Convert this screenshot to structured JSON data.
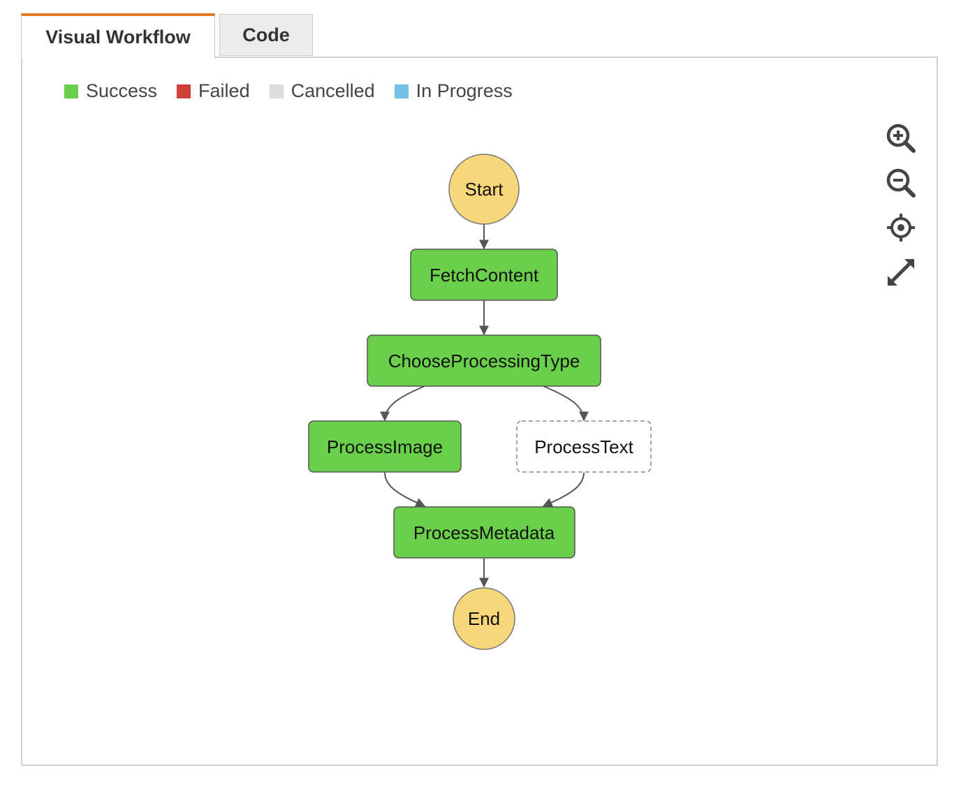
{
  "tabs": [
    {
      "label": "Visual Workflow",
      "active": true
    },
    {
      "label": "Code",
      "active": false
    }
  ],
  "legend": [
    {
      "label": "Success",
      "color": "#6ad04b"
    },
    {
      "label": "Failed",
      "color": "#d0403a"
    },
    {
      "label": "Cancelled",
      "color": "#dcdcdc"
    },
    {
      "label": "In Progress",
      "color": "#72c2e6"
    }
  ],
  "controls": [
    {
      "name": "zoom-in-icon"
    },
    {
      "name": "zoom-out-icon"
    },
    {
      "name": "center-icon"
    },
    {
      "name": "expand-icon"
    }
  ],
  "workflow": {
    "start_label": "Start",
    "end_label": "End",
    "states": [
      {
        "name": "FetchContent",
        "status": "Success"
      },
      {
        "name": "ChooseProcessingType",
        "status": "Success"
      },
      {
        "name": "ProcessImage",
        "status": "Success"
      },
      {
        "name": "ProcessText",
        "status": "Not executed"
      },
      {
        "name": "ProcessMetadata",
        "status": "Success"
      }
    ],
    "colors": {
      "terminal": "#f8d67a",
      "success": "#6ad04b",
      "edge": "#555555"
    }
  }
}
